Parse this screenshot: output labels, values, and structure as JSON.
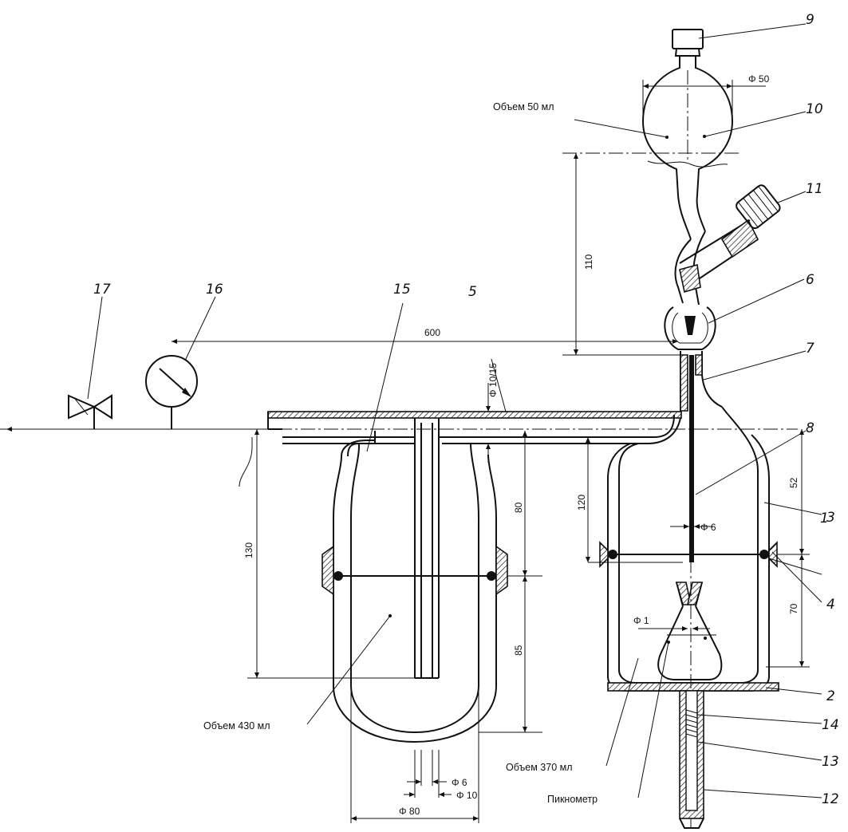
{
  "callouts": [
    "1",
    "2",
    "3",
    "4",
    "5",
    "6",
    "7",
    "8",
    "9",
    "10",
    "11",
    "12",
    "13",
    "14",
    "15",
    "16",
    "17"
  ],
  "dimensions": {
    "d50": "Φ 50",
    "d10_15": "Φ 10/15",
    "d6_top": "Φ 6",
    "d1": "Φ 1",
    "d6_bottom": "Φ 6",
    "d10": "Φ 10",
    "d80": "Φ 80",
    "len600": "600",
    "len110": "110",
    "len120": "120",
    "len80": "80",
    "len130": "130",
    "len85": "85",
    "len52": "52",
    "len70": "70"
  },
  "labels": {
    "vol50": "Объем 50 мл",
    "vol430": "Объем 430 мл",
    "vol370": "Объем 370 мл",
    "pycnometer": "Пикнометр"
  }
}
